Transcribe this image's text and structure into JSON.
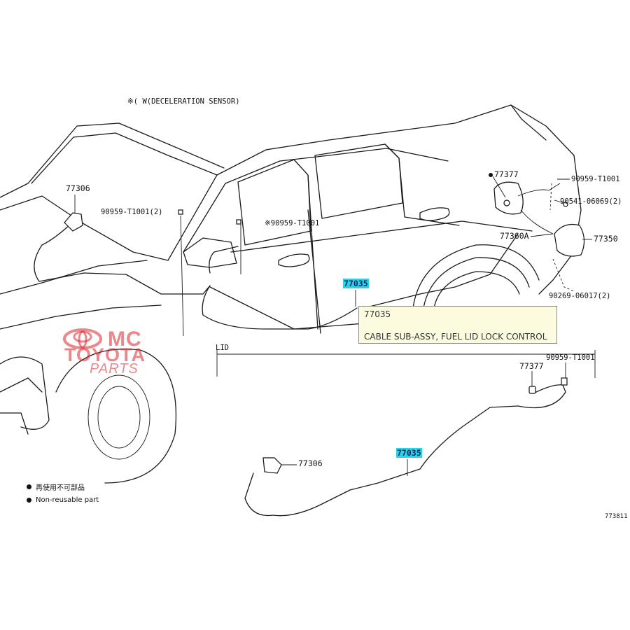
{
  "diagram": {
    "header_note": "※( W(DECELERATION SENSOR)",
    "section_label": "LID",
    "figure_id": "773811",
    "labels": {
      "p77306_top": "77306",
      "p90959_left": "90959-T1001(2)",
      "p90959_mid": "※90959-T1001",
      "p77035_main": "77035",
      "p77377_top": "77377",
      "p90959_right": "90959-T1001",
      "p90541": "90541-06069(2)",
      "p77360a": "77360A",
      "p77350": "77350",
      "p90269": "90269-06017(2)",
      "p77377_lid": "77377",
      "p90959_lid": "90959-T1001",
      "p77306_lid": "77306",
      "p77035_lid": "77035"
    },
    "legend": {
      "jp": "再使用不可部品",
      "en": "Non-reusable part"
    }
  },
  "tooltip": {
    "code": "77035",
    "name": "CABLE SUB-ASSY, FUEL LID LOCK CONTROL"
  },
  "watermark": {
    "line1": "MC",
    "line2": "TOYOTA",
    "line3": "PARTS"
  },
  "colors": {
    "highlight": "#2ad4e6",
    "tooltip_bg": "#fdfbdd",
    "watermark": "#d8262e"
  }
}
